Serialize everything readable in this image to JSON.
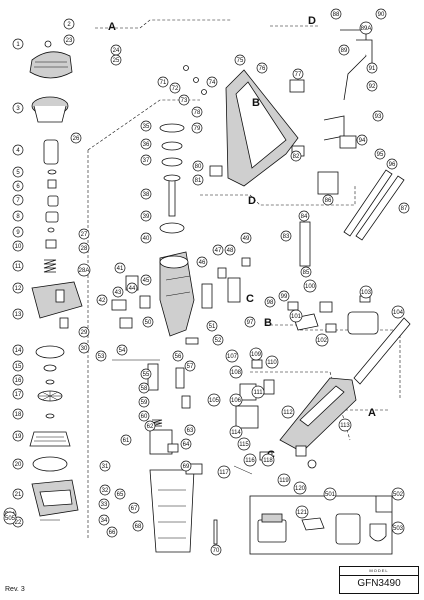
{
  "model": {
    "caption": "MODEL",
    "name": "GFN3490"
  },
  "revision": "Rev. 3",
  "section_letters": [
    "A",
    "B",
    "C",
    "D"
  ],
  "part_numbers": [
    "1",
    "2",
    "3",
    "4",
    "5",
    "6",
    "7",
    "8",
    "9",
    "10",
    "11",
    "12",
    "13",
    "14",
    "15",
    "16",
    "17",
    "18",
    "19",
    "20",
    "21",
    "22",
    "23",
    "24",
    "25",
    "26",
    "27",
    "28",
    "28A",
    "29",
    "30",
    "31",
    "32",
    "33",
    "34",
    "35",
    "36",
    "37",
    "38",
    "39",
    "40",
    "41",
    "42",
    "43",
    "44",
    "45",
    "46",
    "47",
    "48",
    "49",
    "50",
    "51",
    "52",
    "53",
    "54",
    "55",
    "56",
    "57",
    "58",
    "59",
    "60",
    "61",
    "62",
    "63",
    "64",
    "65",
    "66",
    "67",
    "68",
    "69",
    "70",
    "71",
    "72",
    "73",
    "74",
    "75",
    "76",
    "77",
    "78",
    "79",
    "80",
    "81",
    "82",
    "83",
    "84",
    "85",
    "86",
    "87",
    "88",
    "89",
    "89A",
    "90",
    "91",
    "92",
    "93",
    "94",
    "95",
    "96",
    "97",
    "98",
    "99",
    "100",
    "101",
    "102",
    "103",
    "104",
    "105",
    "106",
    "107",
    "108",
    "109",
    "110",
    "111",
    "112",
    "113",
    "114",
    "115",
    "116",
    "117",
    "118",
    "119",
    "120",
    "121",
    "501",
    "502",
    "503",
    "504",
    "505"
  ]
}
